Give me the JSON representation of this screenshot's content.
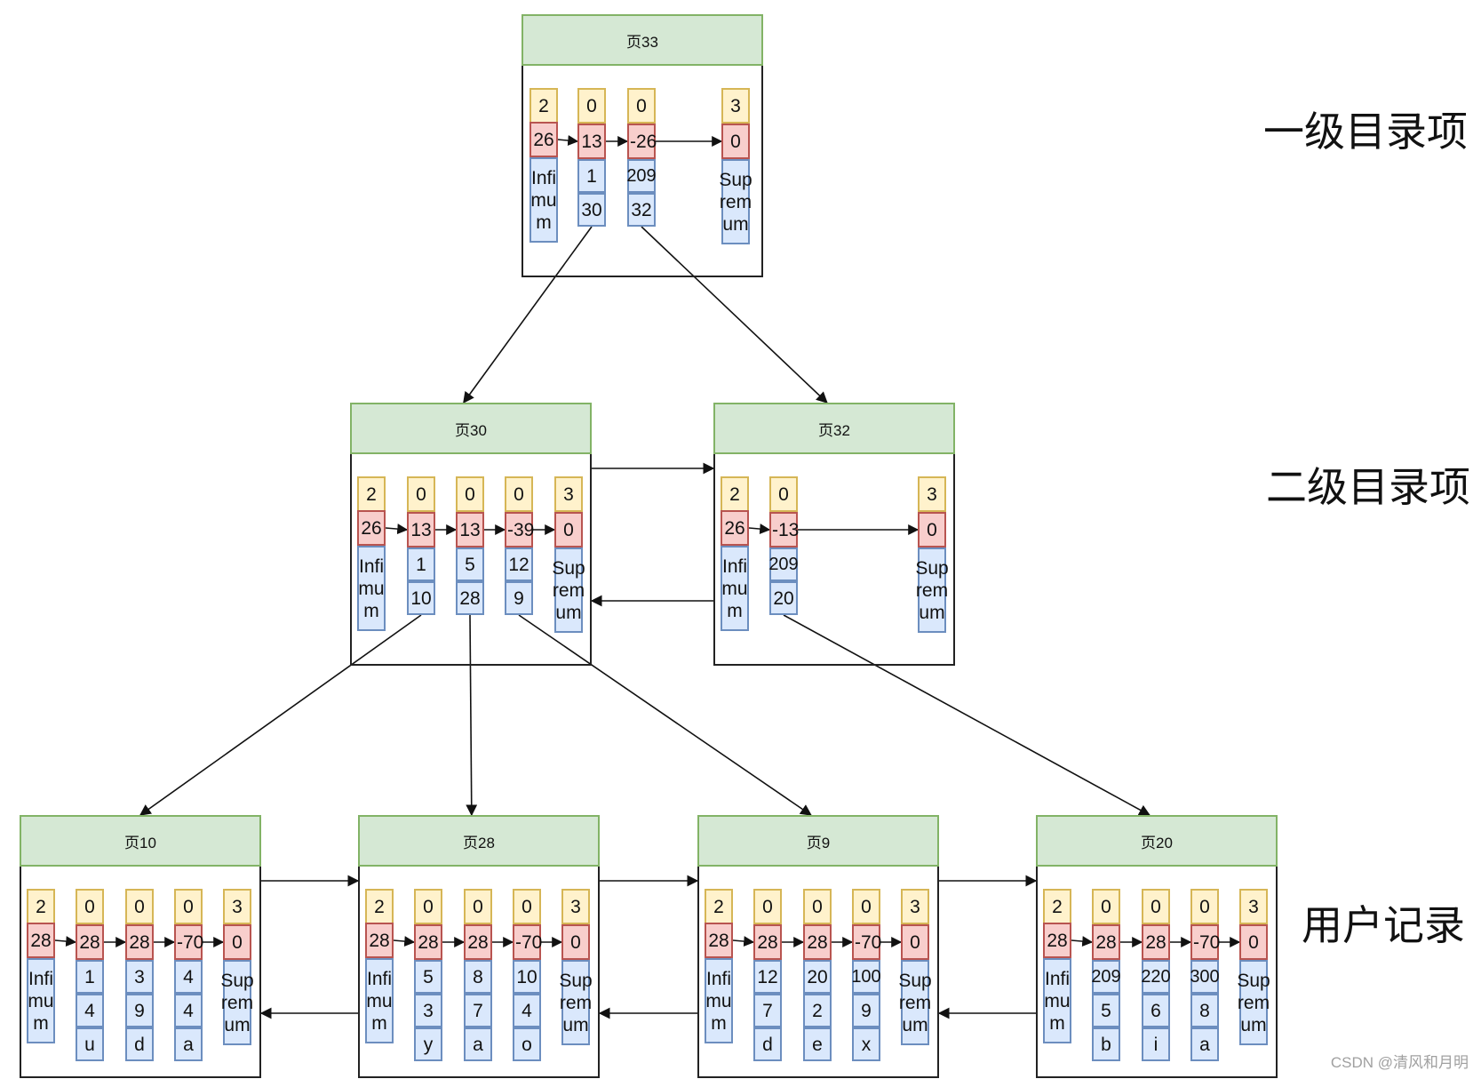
{
  "pages": [
    {
      "id": "p33",
      "title": "页33",
      "columns": [
        {
          "top": "2",
          "mid": "26",
          "bottom": [
            "Infi\nmu\nm"
          ]
        },
        {
          "top": "0",
          "mid": "13",
          "bottom": [
            "1",
            "30"
          ]
        },
        {
          "top": "0",
          "mid": "-26",
          "bottom": [
            "209",
            "32"
          ]
        },
        {
          "top": "3",
          "mid": "0",
          "bottom": [
            "Sup\nrem\num"
          ]
        }
      ]
    },
    {
      "id": "p30",
      "title": "页30",
      "columns": [
        {
          "top": "2",
          "mid": "26",
          "bottom": [
            "Infi\nmu\nm"
          ]
        },
        {
          "top": "0",
          "mid": "13",
          "bottom": [
            "1",
            "10"
          ]
        },
        {
          "top": "0",
          "mid": "13",
          "bottom": [
            "5",
            "28"
          ]
        },
        {
          "top": "0",
          "mid": "-39",
          "bottom": [
            "12",
            "9"
          ]
        },
        {
          "top": "3",
          "mid": "0",
          "bottom": [
            "Sup\nrem\num"
          ]
        }
      ]
    },
    {
      "id": "p32",
      "title": "页32",
      "columns": [
        {
          "top": "2",
          "mid": "26",
          "bottom": [
            "Infi\nmu\nm"
          ]
        },
        {
          "top": "0",
          "mid": "-13",
          "bottom": [
            "209",
            "20"
          ]
        },
        {
          "top": "3",
          "mid": "0",
          "bottom": [
            "Sup\nrem\num"
          ]
        }
      ]
    },
    {
      "id": "p10",
      "title": "页10",
      "columns": [
        {
          "top": "2",
          "mid": "28",
          "bottom": [
            "Infi\nmu\nm"
          ]
        },
        {
          "top": "0",
          "mid": "28",
          "bottom": [
            "1",
            "4",
            "u"
          ]
        },
        {
          "top": "0",
          "mid": "28",
          "bottom": [
            "3",
            "9",
            "d"
          ]
        },
        {
          "top": "0",
          "mid": "-70",
          "bottom": [
            "4",
            "4",
            "a"
          ]
        },
        {
          "top": "3",
          "mid": "0",
          "bottom": [
            "Sup\nrem\num"
          ]
        }
      ]
    },
    {
      "id": "p28",
      "title": "页28",
      "columns": [
        {
          "top": "2",
          "mid": "28",
          "bottom": [
            "Infi\nmu\nm"
          ]
        },
        {
          "top": "0",
          "mid": "28",
          "bottom": [
            "5",
            "3",
            "y"
          ]
        },
        {
          "top": "0",
          "mid": "28",
          "bottom": [
            "8",
            "7",
            "a"
          ]
        },
        {
          "top": "0",
          "mid": "-70",
          "bottom": [
            "10",
            "4",
            "o"
          ]
        },
        {
          "top": "3",
          "mid": "0",
          "bottom": [
            "Sup\nrem\num"
          ]
        }
      ]
    },
    {
      "id": "p9",
      "title": "页9",
      "columns": [
        {
          "top": "2",
          "mid": "28",
          "bottom": [
            "Infi\nmu\nm"
          ]
        },
        {
          "top": "0",
          "mid": "28",
          "bottom": [
            "12",
            "7",
            "d"
          ]
        },
        {
          "top": "0",
          "mid": "28",
          "bottom": [
            "20",
            "2",
            "e"
          ]
        },
        {
          "top": "0",
          "mid": "-70",
          "bottom": [
            "100",
            "9",
            "x"
          ]
        },
        {
          "top": "3",
          "mid": "0",
          "bottom": [
            "Sup\nrem\num"
          ]
        }
      ]
    },
    {
      "id": "p20",
      "title": "页20",
      "columns": [
        {
          "top": "2",
          "mid": "28",
          "bottom": [
            "Infi\nmu\nm"
          ]
        },
        {
          "top": "0",
          "mid": "28",
          "bottom": [
            "209",
            "5",
            "b"
          ]
        },
        {
          "top": "0",
          "mid": "28",
          "bottom": [
            "220",
            "6",
            "i"
          ]
        },
        {
          "top": "0",
          "mid": "-70",
          "bottom": [
            "300",
            "8",
            "a"
          ]
        },
        {
          "top": "3",
          "mid": "0",
          "bottom": [
            "Sup\nrem\num"
          ]
        }
      ]
    }
  ],
  "labels": {
    "level1": "一级目录项",
    "level2": "二级目录项",
    "level3": "用户记录"
  },
  "watermark": "CSDN @清风和月明",
  "colors": {
    "header_fill": "#d5e8d4",
    "header_border": "#82b366",
    "header_type_fill": "#fff2cc",
    "next_record_fill": "#f8cecc",
    "record_fill": "#dae8fc",
    "line": "#111111"
  }
}
